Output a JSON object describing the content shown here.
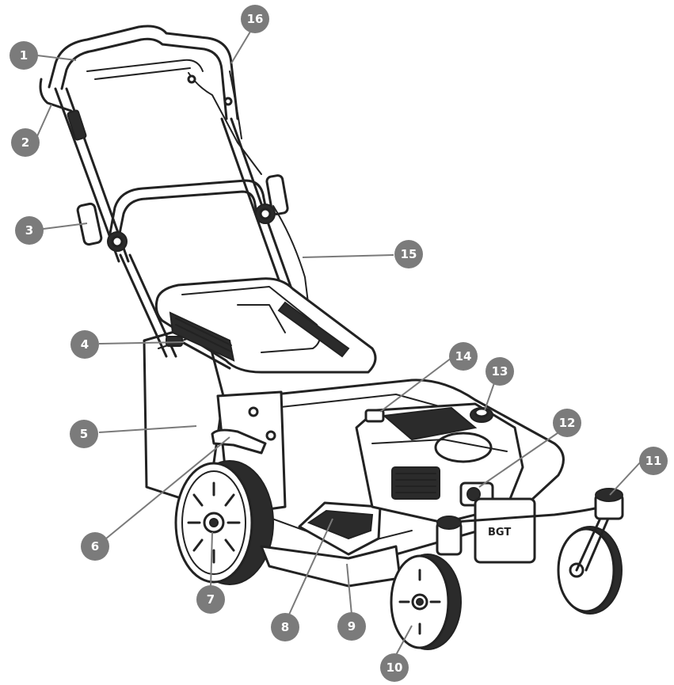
{
  "callouts": [
    {
      "number": "1"
    },
    {
      "number": "2"
    },
    {
      "number": "3"
    },
    {
      "number": "4"
    },
    {
      "number": "5"
    },
    {
      "number": "6"
    },
    {
      "number": "7"
    },
    {
      "number": "8"
    },
    {
      "number": "9"
    },
    {
      "number": "10"
    },
    {
      "number": "11"
    },
    {
      "number": "12"
    },
    {
      "number": "13"
    },
    {
      "number": "14"
    },
    {
      "number": "15"
    },
    {
      "number": "16"
    }
  ],
  "colors": {
    "badge": "#7b7b7b",
    "line": "#222222",
    "background": "#ffffff"
  }
}
